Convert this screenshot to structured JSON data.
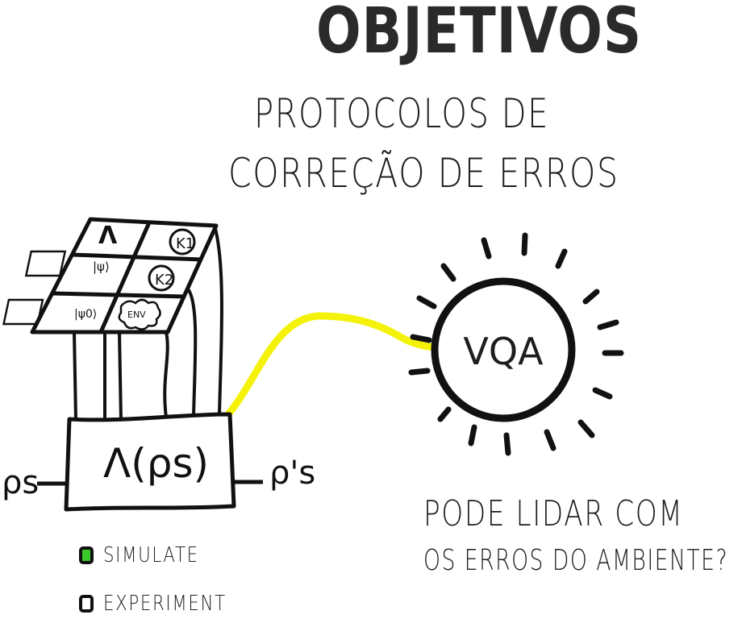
{
  "title": "OBJETIVOS",
  "subtitle": {
    "line1": "PROTOCOLOS DE",
    "line2": "CORREÇÃO DE ERROS"
  },
  "circuit": {
    "channel_label": "Λ(ρs)",
    "input_label": "ρs",
    "output_label": "ρ's",
    "grid_cells": [
      "Λ",
      "K1",
      "|ψ⟩",
      "K2",
      "|ψ0⟩",
      "ENV"
    ]
  },
  "vqa": {
    "label": "VQA"
  },
  "note": {
    "line1": "PODE LIDAR COM",
    "line2": "OS ERROS DO AMBIENTE?"
  },
  "legend": {
    "simulate": "SIMULATE",
    "experiment": "EXPERIMENT"
  },
  "colors": {
    "highlight": "#f5f20a",
    "simulate_check": "#39c929",
    "ink": "#1e1e1e"
  }
}
